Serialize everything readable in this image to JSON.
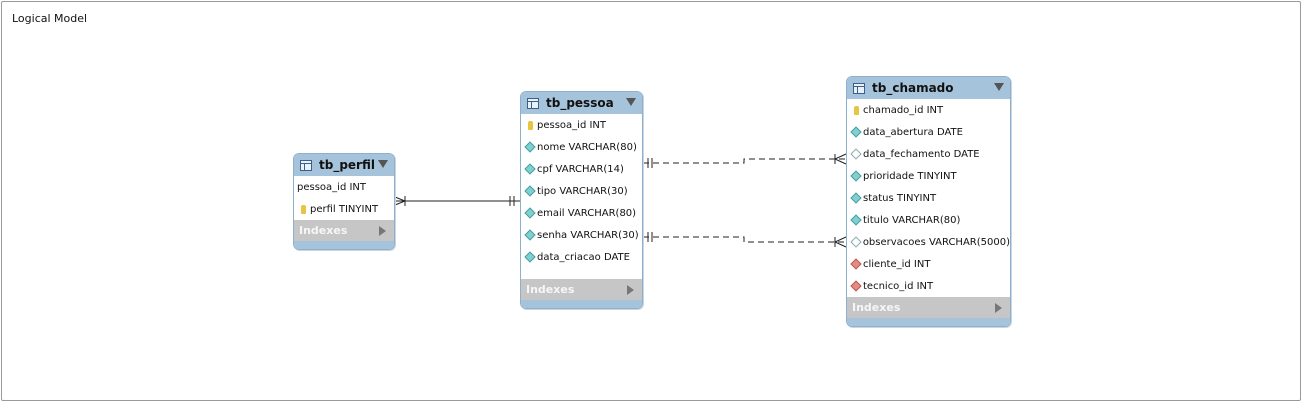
{
  "diagram": {
    "title": "Logical Model"
  },
  "tables": {
    "tb_perfil": {
      "name": "tb_perfil",
      "columns": [
        {
          "icon": "none-icon",
          "text": "pessoa_id INT"
        },
        {
          "icon": "primary-key-icon",
          "text": "perfil TINYINT"
        }
      ],
      "indexes_label": "Indexes"
    },
    "tb_pessoa": {
      "name": "tb_pessoa",
      "columns": [
        {
          "icon": "primary-key-icon",
          "text": "pessoa_id INT"
        },
        {
          "icon": "not-null-column-icon",
          "text": "nome VARCHAR(80)"
        },
        {
          "icon": "not-null-column-icon",
          "text": "cpf VARCHAR(14)"
        },
        {
          "icon": "not-null-column-icon",
          "text": "tipo VARCHAR(30)"
        },
        {
          "icon": "not-null-column-icon",
          "text": "email VARCHAR(80)"
        },
        {
          "icon": "not-null-column-icon",
          "text": "senha VARCHAR(30)"
        },
        {
          "icon": "not-null-column-icon",
          "text": "data_criacao DATE"
        }
      ],
      "indexes_label": "Indexes"
    },
    "tb_chamado": {
      "name": "tb_chamado",
      "columns": [
        {
          "icon": "primary-key-icon",
          "text": "chamado_id INT"
        },
        {
          "icon": "not-null-column-icon",
          "text": "data_abertura DATE"
        },
        {
          "icon": "nullable-column-icon",
          "text": "data_fechamento DATE"
        },
        {
          "icon": "not-null-column-icon",
          "text": "prioridade TINYINT"
        },
        {
          "icon": "not-null-column-icon",
          "text": "status TINYINT"
        },
        {
          "icon": "not-null-column-icon",
          "text": "titulo VARCHAR(80)"
        },
        {
          "icon": "nullable-column-icon",
          "text": "observacoes VARCHAR(5000)"
        },
        {
          "icon": "foreign-key-icon",
          "text": "cliente_id INT"
        },
        {
          "icon": "foreign-key-icon",
          "text": "tecnico_id INT"
        }
      ],
      "indexes_label": "Indexes"
    }
  },
  "colors": {
    "header": "#a6c3dc",
    "indexes": "#c6c6c6",
    "not_null": "#7fd0d0",
    "foreign_key": "#e58c82",
    "primary_key": "#e6c640"
  }
}
